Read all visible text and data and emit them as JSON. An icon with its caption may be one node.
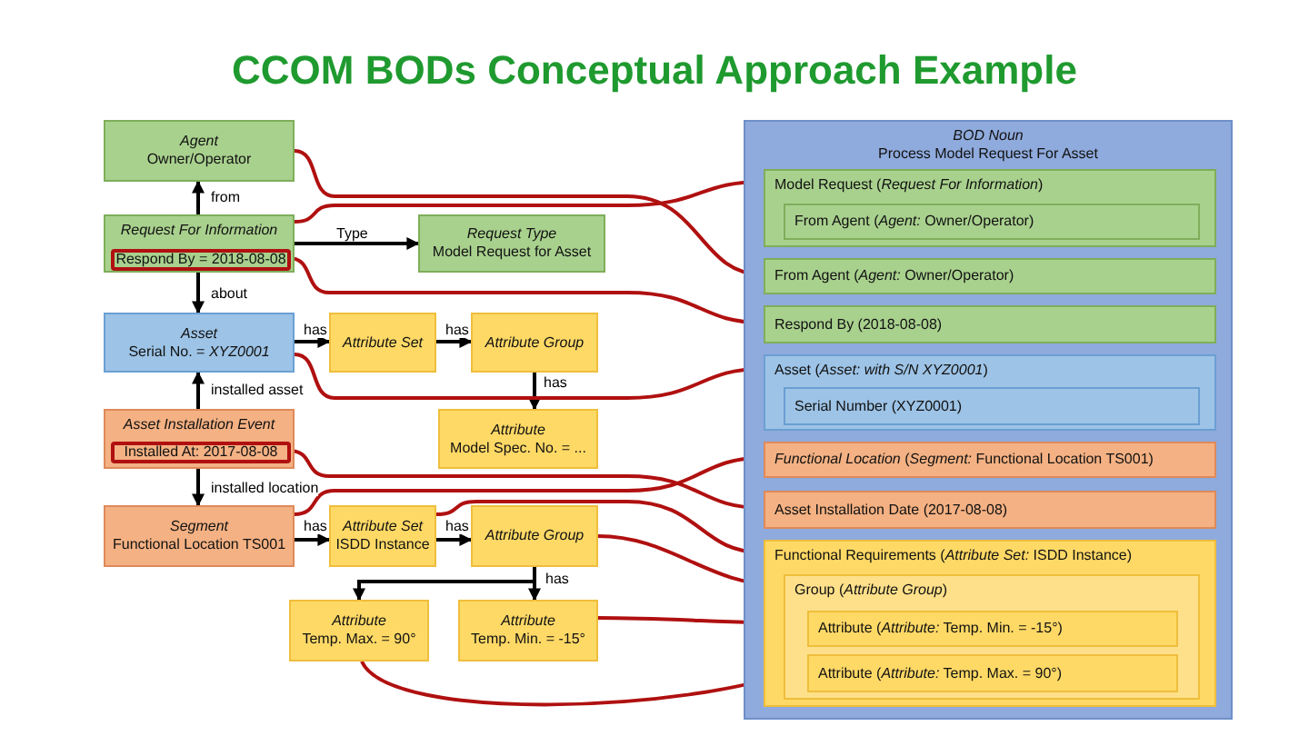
{
  "diagram": {
    "title": "CCOM BODs Conceptual Approach Example",
    "nodes": [
      {
        "text": [
          "Agent",
          "Owner/Operator"
        ]
      },
      {
        "text": [
          "Request For Information"
        ]
      },
      {
        "text": [
          "Respond By = 2018-08-08"
        ],
        "in": 1
      },
      {
        "text": [
          "Request Type",
          "Model Request for Asset"
        ]
      },
      {
        "text": [
          "Asset",
          "Serial No. = *XYZ0001*"
        ]
      },
      {
        "text": [
          "Attribute Set"
        ]
      },
      {
        "text": [
          "Attribute Group"
        ]
      },
      {
        "text": [
          "Asset Installation Event"
        ]
      },
      {
        "text": [
          "Installed At: 2017-08-08"
        ],
        "in": 7
      },
      {
        "text": [
          "Attribute",
          "Model Spec. No. = ..."
        ]
      },
      {
        "text": [
          "Segment",
          "Functional Location TS001"
        ]
      },
      {
        "text": [
          "Attribute Set",
          "ISDD Instance"
        ]
      },
      {
        "text": [
          "Attribute Group"
        ]
      },
      {
        "text": [
          "Attribute",
          "Temp. Max. = 90°"
        ]
      },
      {
        "text": [
          "Attribute",
          "Temp. Min. = -15°"
        ]
      },
      {
        "text": [
          "BOD Noun",
          "Process Model Request For Asset"
        ]
      },
      {
        "text": [
          "Model Request (*Request For Information*)"
        ],
        "in": 15
      },
      {
        "text": [
          "From Agent (*Agent:* Owner/Operator)"
        ],
        "in": 16
      },
      {
        "text": [
          "From Agent (*Agent:* Owner/Operator)"
        ],
        "in": 15
      },
      {
        "text": [
          "Respond By (2018-08-08)"
        ],
        "in": 15
      },
      {
        "text": [
          "Asset (*Asset: with S/N XYZ0001*)"
        ],
        "in": 15
      },
      {
        "text": [
          "Serial Number (XYZ0001)"
        ],
        "in": 20
      },
      {
        "text": [
          "*Functional Location* (*Segment:* Functional Location TS001)"
        ],
        "in": 15
      },
      {
        "text": [
          "Asset Installation Date (2017-08-08)"
        ],
        "in": 15
      },
      {
        "text": [
          "Functional Requirements (*Attribute Set:* ISDD Instance)"
        ],
        "in": 15
      },
      {
        "text": [
          "Group (*Attribute Group*)"
        ],
        "in": 24
      },
      {
        "text": [
          "Attribute (*Attribute:* Temp. Min. = -15°)"
        ],
        "in": 25
      },
      {
        "text": [
          "Attribute (*Attribute:* Temp. Max. = 90°)"
        ],
        "in": 25
      }
    ],
    "edges": [
      {
        "from": 1,
        "to": 0,
        "arrow": "to",
        "label": "from"
      },
      {
        "from": 1,
        "to": 3,
        "arrow": "to",
        "label": "Type"
      },
      {
        "from": 1,
        "to": 4,
        "arrow": "to",
        "label": "about"
      },
      {
        "from": 4,
        "to": 5,
        "arrow": "to",
        "label": "has"
      },
      {
        "from": 5,
        "to": 6,
        "arrow": "to",
        "label": "has"
      },
      {
        "from": 6,
        "to": 9,
        "arrow": "to",
        "label": "has"
      },
      {
        "from": 7,
        "to": 4,
        "arrow": "to",
        "label": "installed asset"
      },
      {
        "from": 7,
        "to": 10,
        "arrow": "to",
        "label": "installed location"
      },
      {
        "from": 10,
        "to": 11,
        "arrow": "to",
        "label": "has"
      },
      {
        "from": 11,
        "to": 12,
        "arrow": "to",
        "label": "has"
      },
      {
        "from": 12,
        "to": 13,
        "arrow": "to"
      },
      {
        "from": 12,
        "to": 14,
        "arrow": "to",
        "label": "has"
      },
      {
        "from": 0,
        "to": 18,
        "arrow": "to",
        "color": "#b01010"
      },
      {
        "from": 1,
        "to": 16,
        "arrow": "to",
        "color": "#b01010"
      },
      {
        "from": 2,
        "to": 19,
        "arrow": "to",
        "color": "#b01010"
      },
      {
        "from": 4,
        "to": 20,
        "arrow": "to",
        "color": "#b01010"
      },
      {
        "from": 8,
        "to": 23,
        "arrow": "to",
        "color": "#b01010"
      },
      {
        "from": 10,
        "to": 22,
        "arrow": "to",
        "color": "#b01010"
      },
      {
        "from": 11,
        "to": 24,
        "arrow": "to",
        "color": "#b01010"
      },
      {
        "from": 12,
        "to": 25,
        "arrow": "to",
        "color": "#b01010"
      },
      {
        "from": 14,
        "to": 26,
        "arrow": "to",
        "color": "#b01010"
      },
      {
        "from": 13,
        "to": 27,
        "arrow": "to",
        "color": "#b01010"
      }
    ]
  }
}
